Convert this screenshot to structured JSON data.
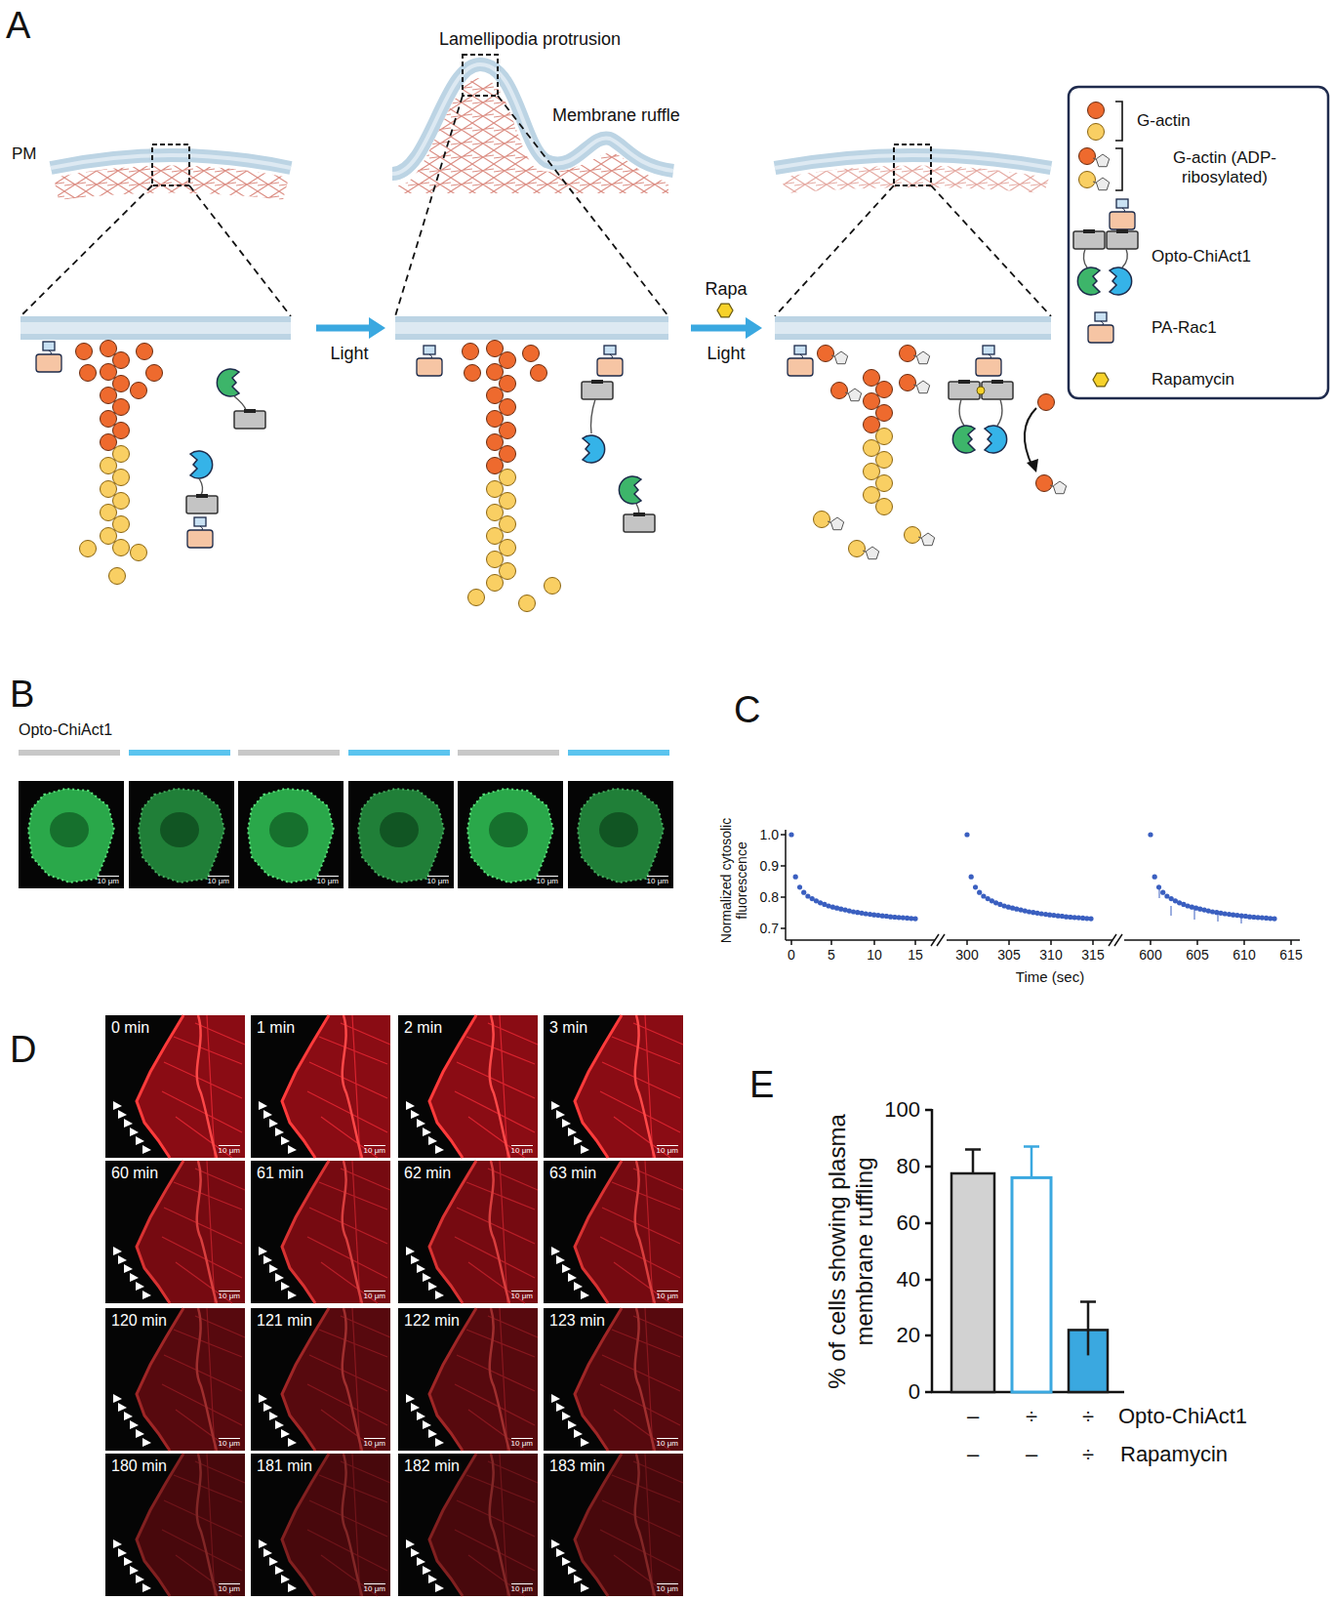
{
  "diagram": {
    "nodes": [
      {
        "text": [
          "10 μm"
        ]
      },
      {
        "text": [
          "10 μm"
        ]
      },
      {
        "text": [
          "10 μm"
        ]
      },
      {
        "text": [
          "10 μm"
        ]
      },
      {
        "text": [
          "10 μm"
        ]
      },
      {
        "text": [
          "10 μm"
        ]
      },
      {
        "text": [
          "0 min",
          "10 μm"
        ]
      },
      {
        "text": [
          "1 min",
          "10 μm"
        ]
      },
      {
        "text": [
          "2 min",
          "10 μm"
        ]
      },
      {
        "text": [
          "3 min",
          "10 μm"
        ]
      },
      {
        "text": [
          "60 min",
          "10 μm"
        ]
      },
      {
        "text": [
          "61 min",
          "10 μm"
        ]
      },
      {
        "text": [
          "62 min",
          "10 μm"
        ]
      },
      {
        "text": [
          "63 min",
          "10 μm"
        ]
      },
      {
        "text": [
          "120 min",
          "10 μm"
        ]
      },
      {
        "text": [
          "121 min",
          "10 μm"
        ]
      },
      {
        "text": [
          "122 min",
          "10 μm"
        ]
      },
      {
        "text": [
          "123 min",
          "10 μm"
        ]
      },
      {
        "text": [
          "180 min",
          "10 μm"
        ]
      },
      {
        "text": [
          "181 min",
          "10 μm"
        ]
      },
      {
        "text": [
          "182 min",
          "10 μm"
        ]
      },
      {
        "text": [
          "183 min",
          "10 μm"
        ]
      }
    ],
    "labels": [
      "A",
      "PM",
      "Lamellipodia protrusion",
      "Membrane ruffle",
      "Light",
      "Rapa",
      "Light",
      "B",
      "Opto-ChiAct1",
      "C",
      "1.0",
      "0.9",
      "0.8",
      "0.7",
      "Normalized cytosolic fluorescence",
      "0",
      "5",
      "10",
      "15",
      "300",
      "305",
      "310",
      "315",
      "600",
      "605",
      "610",
      "615",
      "Time (sec)",
      "D",
      "E",
      "100",
      "80",
      "60",
      "40",
      "20",
      "0",
      "% of cells showing plasma membrane ruffling",
      "–",
      "÷",
      "÷",
      "Opto-ChiAct1",
      "–",
      "–",
      "÷",
      "Rapamycin"
    ],
    "legend": [
      {
        "text": "G-actin"
      },
      {
        "text": "G-actin (ADP-ribosylated)"
      },
      {
        "text": "Opto-ChiAct1"
      },
      {
        "text": "PA-Rac1"
      },
      {
        "text": "Rapamycin"
      }
    ]
  }
}
